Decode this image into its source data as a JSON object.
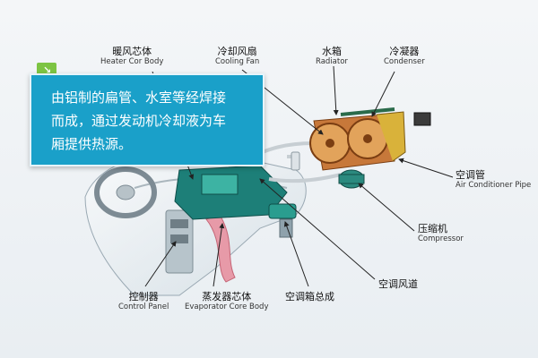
{
  "labels": {
    "heater_core": {
      "zh": "暖风芯体",
      "en": "Heater Cor Body"
    },
    "cooling_fan": {
      "zh": "冷却风扇",
      "en": "Cooling Fan"
    },
    "radiator": {
      "zh": "水箱",
      "en": "Radiator"
    },
    "condenser": {
      "zh": "冷凝器",
      "en": "Condenser"
    },
    "ac_pipe": {
      "zh": "空调管",
      "en": "Air Conditioner Pipe"
    },
    "compressor": {
      "zh": "压缩机",
      "en": "Compressor"
    },
    "ac_duct": {
      "zh": "空调风道"
    },
    "ac_box": {
      "zh": "空调箱总成"
    },
    "evaporator": {
      "zh": "蒸发器芯体",
      "en": "Evaporator Core Body"
    },
    "control_panel": {
      "zh": "控制器",
      "en": "Control Panel"
    }
  },
  "callout": {
    "line1": "由铝制的扁管、水室等经焊接",
    "line2": "而成，通过发动机冷却液为车",
    "line3": "厢提供热源。"
  },
  "colors": {
    "callout_bg": "#1aa0c9",
    "tag": "#7dc443",
    "ac_unit": "#1d7f78",
    "radiator": "#c7783a"
  }
}
